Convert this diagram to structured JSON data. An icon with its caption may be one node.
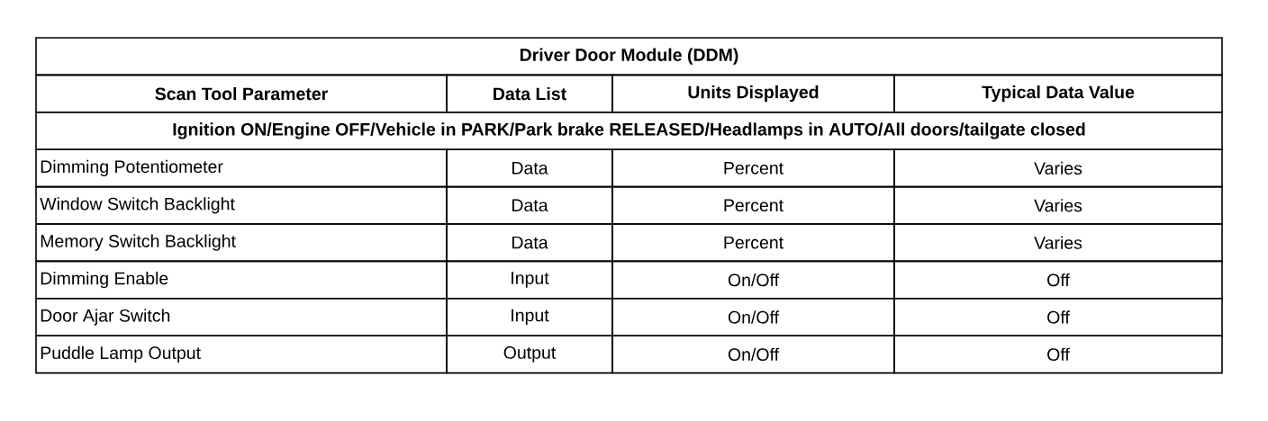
{
  "diagram": {
    "title": "Driver Door Module (DDM)",
    "labels": [
      "Scan Tool Parameter",
      "Data List",
      "Units Displayed",
      "Typical Data Value",
      "Ignition ON/Engine OFF/Vehicle in PARK/Park brake RELEASED/Headlamps in AUTO/All doors/tailgate closed",
      "Dimming Potentiometer",
      "Data",
      "Percent",
      "Varies",
      "Window Switch Backlight",
      "Data",
      "Percent",
      "Varies",
      "Memory Switch Backlight",
      "Data",
      "Percent",
      "Varies",
      "Dimming Enable",
      "Input",
      "On/Off",
      "Off",
      "Door Ajar Switch",
      "Input",
      "On/Off",
      "Off",
      "Puddle Lamp Output",
      "Output",
      "On/Off",
      "Off"
    ]
  }
}
